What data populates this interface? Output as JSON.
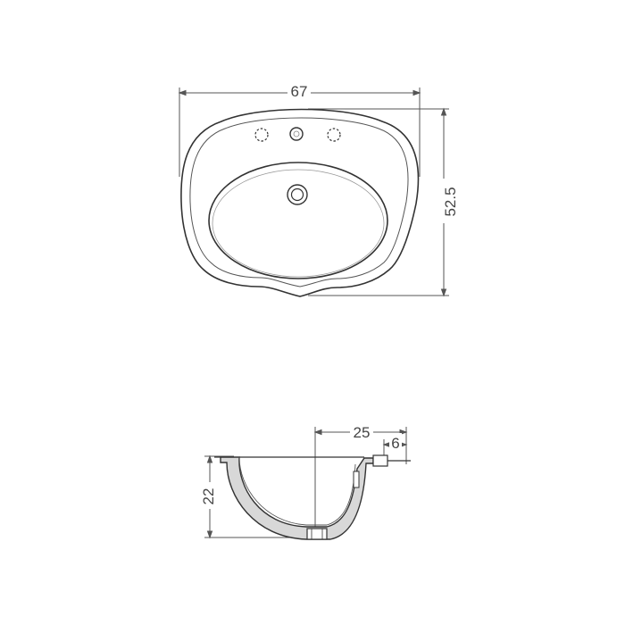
{
  "top_view": {
    "width_label": "67",
    "depth_label": "52.5"
  },
  "side_view": {
    "height_label": "22",
    "rim_offset_label": "25",
    "rim_thickness_label": "6"
  },
  "colors": {
    "line": "#333333",
    "dimension": "#555555",
    "shading": "#d8d8d8"
  }
}
